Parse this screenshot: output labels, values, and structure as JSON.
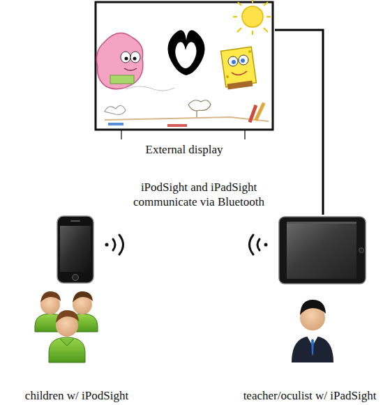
{
  "diagram": {
    "nodes": [
      {
        "text": [
          "External display"
        ]
      },
      {
        "text": [
          "children w/ iPodSight"
        ]
      },
      {
        "text": [
          "teacher/oculist w/ iPadSight"
        ]
      }
    ],
    "edges": [
      {
        "from": 0,
        "to": 2,
        "arrow": "none"
      }
    ],
    "labels": [
      "iPodSight and iPadSight communicate via Bluetooth"
    ]
  }
}
